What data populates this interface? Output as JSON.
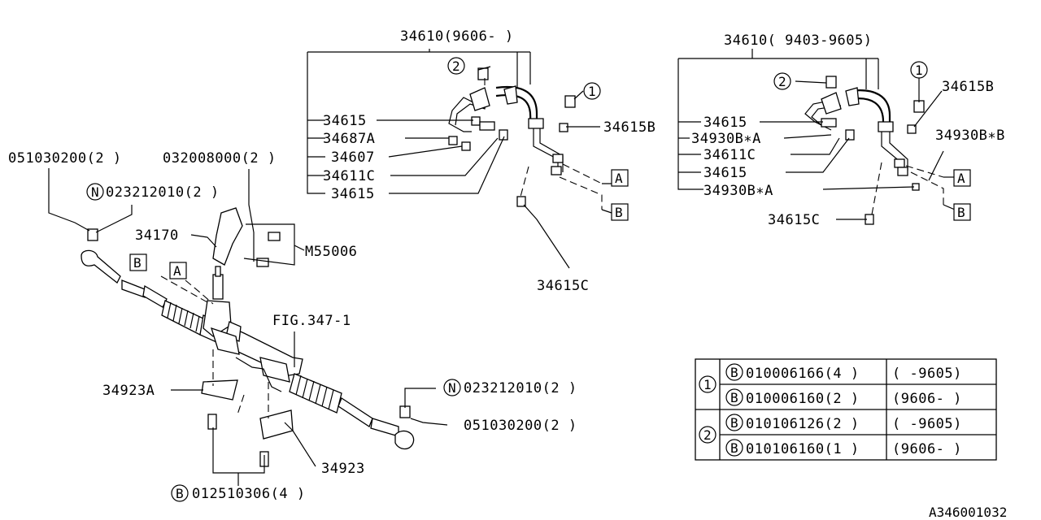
{
  "labels": {
    "p34610_new": "34610(9606-    )",
    "p34610_old": "34610( 9403-9605)",
    "p34615_a": "34615",
    "p34687A": "34687A",
    "p34607": "34607",
    "p34611C_a": "34611C",
    "p34615_b": "34615",
    "p34615B_a": "34615B",
    "p34615C_a": "34615C",
    "p34615_c": "34615",
    "p34930BA_a": "34930B∗A",
    "p34611C_b": "34611C",
    "p34615_d": "34615",
    "p34930BA_b": "34930B∗A",
    "p34615B_b": "34615B",
    "p34930BB": "34930B∗B",
    "p34615C_b": "34615C",
    "bolt_left": "051030200(2 )",
    "nut_left": "023212010(2 )",
    "bolt_top": "032008000(2 )",
    "p34170": "34170",
    "m55006": "M55006",
    "fig": "FIG.347-1",
    "p34923A": "34923A",
    "nut_right": "023212010(2 )",
    "bolt_right": "051030200(2 )",
    "p34923": "34923",
    "bolt_bottom": "012510306(4 )",
    "diagram_id": "A346001032"
  },
  "callouts": {
    "A": "A",
    "B": "B",
    "one": "1",
    "two": "2",
    "N": "N",
    "Bc": "B"
  },
  "table": {
    "rows": [
      {
        "group": "1",
        "part": "010006166(4 )",
        "range": "(    -9605)"
      },
      {
        "group": "1",
        "part": "010006160(2 )",
        "range": "(9606-    )"
      },
      {
        "group": "2",
        "part": "010106126(2 )",
        "range": "(    -9605)"
      },
      {
        "group": "2",
        "part": "010106160(1 )",
        "range": "(9606-    )"
      }
    ]
  }
}
